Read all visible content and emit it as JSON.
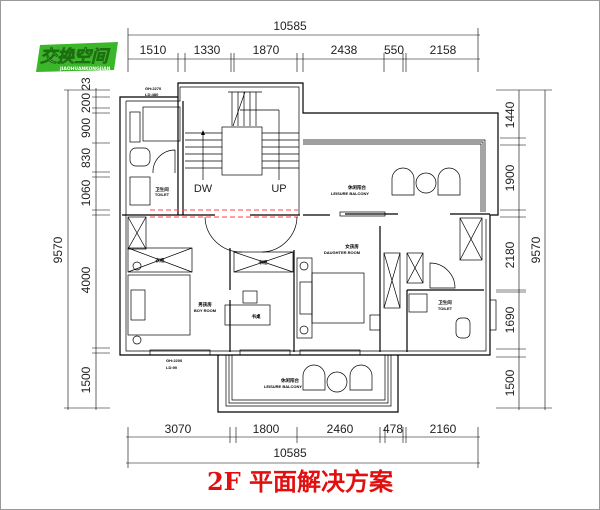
{
  "logo": {
    "name": "交换空间",
    "sub": "JIAOHUANKONGJIAN"
  },
  "title": "2F  平面解决方案",
  "dimensions": {
    "top_total": "10585",
    "top": [
      "1510",
      "1330",
      "1870",
      "2438",
      "550",
      "2158"
    ],
    "bottom_total": "10585",
    "bottom": [
      "3070",
      "1800",
      "2460",
      "478",
      "2160"
    ],
    "left_total": "9570",
    "left": [
      "23",
      "200",
      "900",
      "830",
      "1060",
      "4000",
      "1500"
    ],
    "right_total": "9570",
    "right": [
      "1440",
      "1900",
      "2180",
      "1690",
      "1500"
    ]
  },
  "stairs": {
    "down": "DW",
    "up": "UP"
  },
  "rooms": {
    "toilet_1": {
      "cn": "卫生间",
      "en": "TOILET"
    },
    "balcony_top": {
      "cn": "休闲阳台",
      "en": "LEISURE BALCONY"
    },
    "daughter_room": {
      "cn": "女孩房",
      "en": "DAUGHTER ROOM"
    },
    "boy_room": {
      "cn": "男孩房",
      "en": "BOY ROOM"
    },
    "toilet_2": {
      "cn": "卫生间",
      "en": "TOILET"
    },
    "balcony_bottom": {
      "cn": "休闲阳台",
      "en": "LEISURE BALCONY"
    },
    "desk": "书桌",
    "wardrobe": "衣柜",
    "bookcase": "书柜"
  },
  "windows": {
    "w1": {
      "gh": "GH:2270",
      "ld": "LD:480"
    },
    "w2": {
      "gh": "GH:2200",
      "ld": "LD:90"
    }
  },
  "colors": {
    "title": "#e01010",
    "logo": "#3bb52a",
    "dashed": "#ff4040"
  }
}
